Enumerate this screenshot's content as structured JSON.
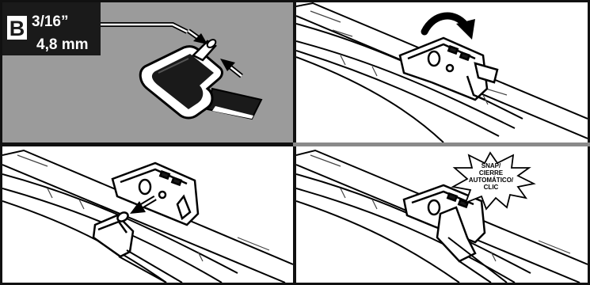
{
  "panel_a": {
    "letter": "B",
    "size_in": "3/16”",
    "size_mm": "4,8 mm"
  },
  "panel_d": {
    "burst_lines": [
      "SNAP/",
      "CIERRE",
      "AUTOMÁTICO/",
      "CLIC"
    ]
  },
  "colors": {
    "frame": "#111111",
    "gray_panel": "#9b9b9b",
    "label_box": "#1a1a1a",
    "label_text": "#ffffff",
    "outline": "#000000",
    "paper": "#ffffff"
  },
  "icons": [
    "curved-arrow-icon",
    "push-arrow-icon",
    "starburst-icon"
  ]
}
